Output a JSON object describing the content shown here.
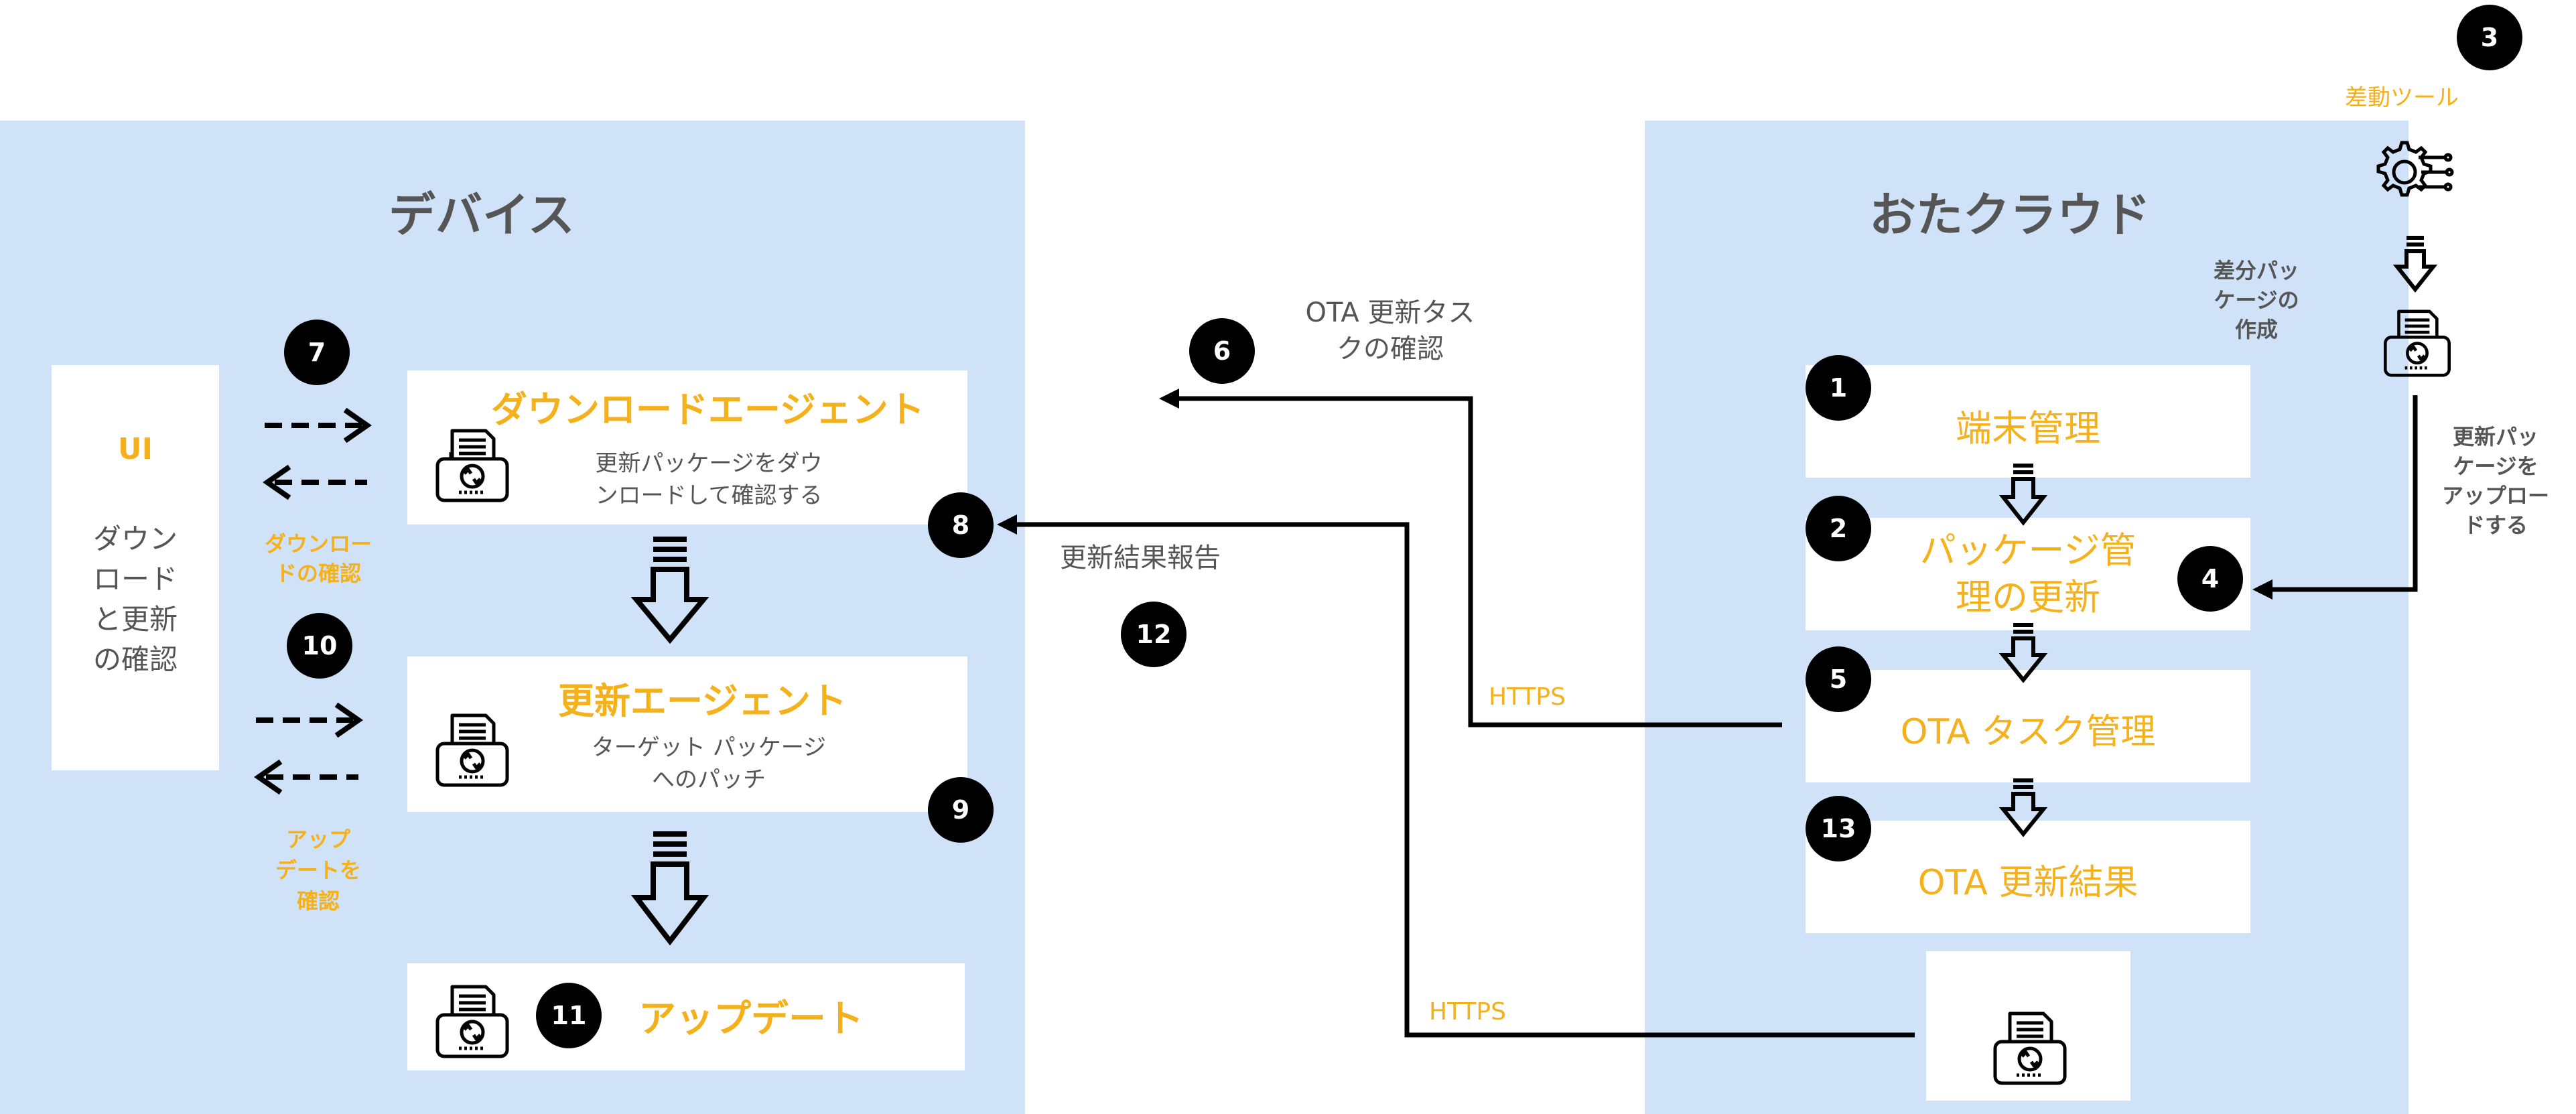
{
  "device": {
    "title": "デバイス",
    "ui_box": {
      "title": "UI",
      "desc_lines": [
        "ダウン",
        "ロード",
        "と更新",
        "の確認"
      ]
    },
    "download_agent": {
      "title": "ダウンロードエージェント",
      "desc_lines": [
        "更新パッケージをダウ",
        "ンロードして確認する"
      ]
    },
    "update_agent": {
      "title": "更新エージェント",
      "desc_lines": [
        "ターゲット パッケージ",
        "へのパッチ"
      ]
    },
    "update": {
      "title": "アップデート"
    },
    "download_confirm_lines": [
      "ダウンロー",
      "ドの確認"
    ],
    "update_confirm_lines": [
      "アップ",
      "デートを",
      "確認"
    ]
  },
  "cloud": {
    "title": "おたクラウド",
    "diff_pkg_lines": [
      "差分パッ",
      "ケージの",
      "作成"
    ],
    "terminal_mgmt": "端末管理",
    "package_mgmt_lines": [
      "パッケージ管",
      "理の更新"
    ],
    "ota_task_mgmt": "OTA タスク管理",
    "ota_update_result": "OTA 更新結果"
  },
  "tool": {
    "diff_tool": "差動ツール",
    "upload_lines": [
      "更新パッ",
      "ケージを",
      "アップロー",
      "ドする"
    ]
  },
  "connections": {
    "ota_task_check_lines": [
      "OTA 更新タス",
      "クの確認"
    ],
    "update_result_report": "更新結果報告",
    "https_1": "HTTPS",
    "https_2": "HTTPS"
  },
  "badges": {
    "b1": "1",
    "b2": "2",
    "b3": "3",
    "b4": "4",
    "b5": "5",
    "b6": "6",
    "b7": "7",
    "b8": "8",
    "b9": "9",
    "b10": "10",
    "b11": "11",
    "b12": "12",
    "b13": "13"
  },
  "icons": [
    "package-update-icon",
    "diff-tool-gear-icon",
    "double-arrow-right-icon",
    "double-arrow-left-icon",
    "hollow-down-arrow-icon"
  ],
  "colors": {
    "panel": "#cfe2f8",
    "accent": "#f5b11c",
    "text_gray": "#555555",
    "badge": "#000000"
  }
}
